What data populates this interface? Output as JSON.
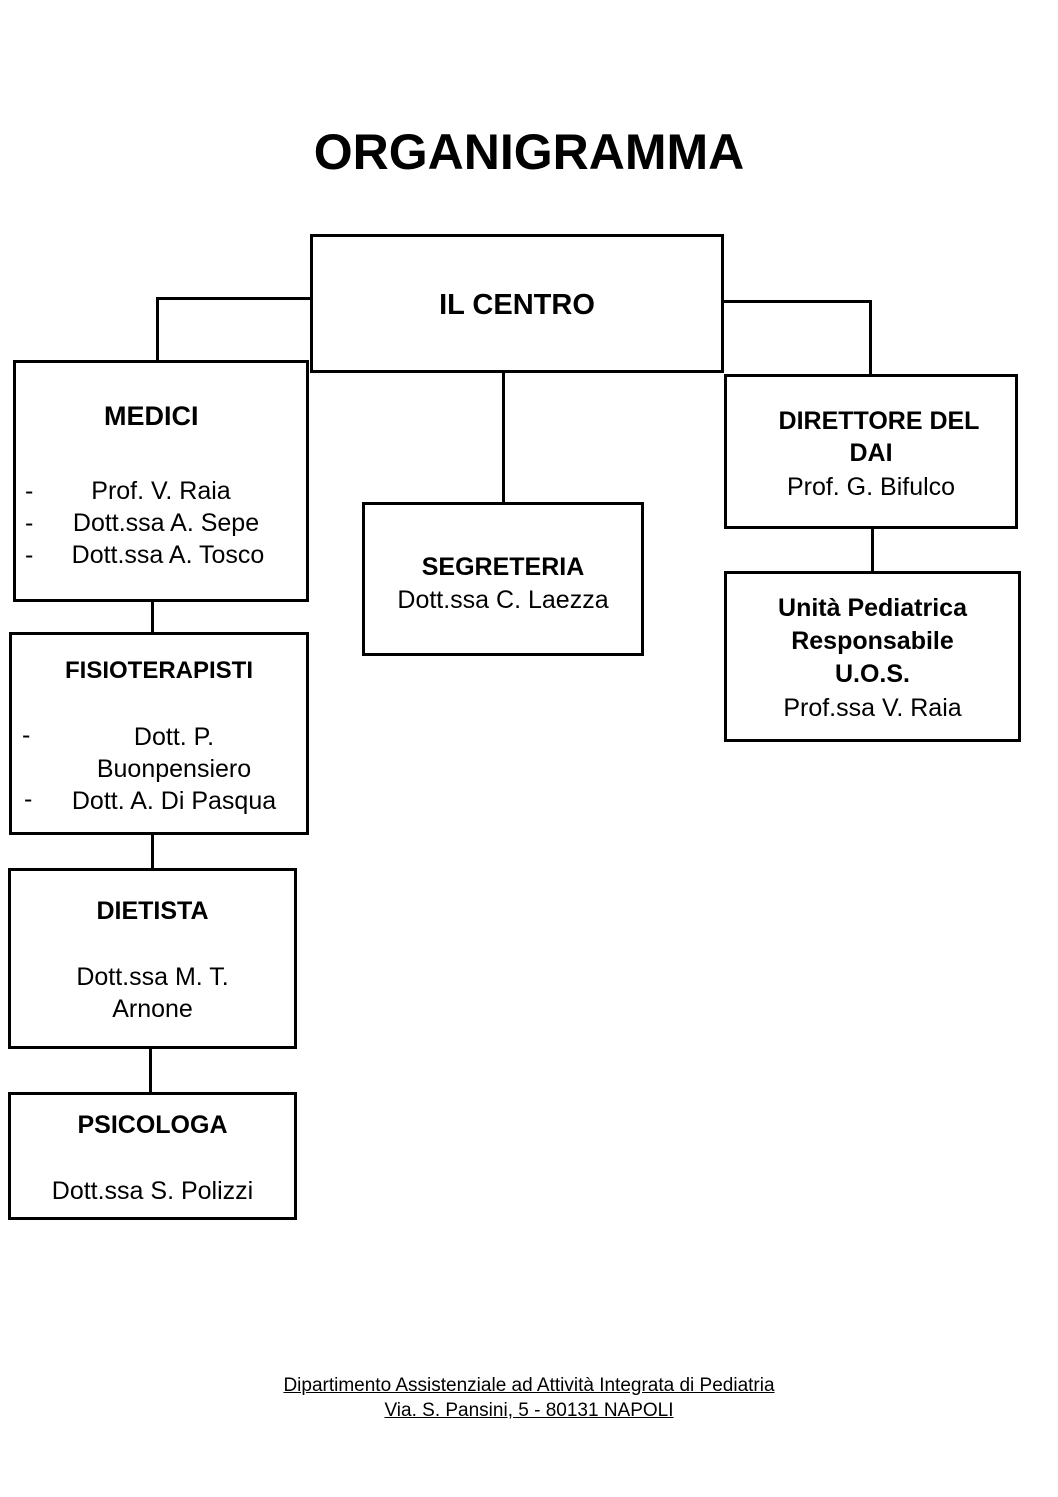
{
  "title": "ORGANIGRAMMA",
  "centro": {
    "label": "IL CENTRO"
  },
  "medici": {
    "label": "MEDICI",
    "members": [
      "Prof. V. Raia",
      "Dott.ssa A. Sepe",
      "Dott.ssa A. Tosco"
    ]
  },
  "fisioterapisti": {
    "label": "FISIOTERAPISTI",
    "members": [
      {
        "line1": "Dott. P.",
        "line2": "Buonpensiero"
      },
      {
        "line1": "Dott. A.  Di Pasqua"
      }
    ]
  },
  "dietista": {
    "label": "DIETISTA",
    "line1": "Dott.ssa M. T.",
    "line2": "Arnone"
  },
  "psicologa": {
    "label": "PSICOLOGA",
    "member": "Dott.ssa S. Polizzi"
  },
  "segreteria": {
    "label": "SEGRETERIA",
    "member": "Dott.ssa C. Laezza"
  },
  "direttore": {
    "line1": "DIRETTORE DEL",
    "line2": "DAI",
    "member": "Prof. G. Bifulco"
  },
  "unita": {
    "line1": "Unità Pediatrica",
    "line2": "Responsabile",
    "line3": "U.O.S.",
    "member": "Prof.ssa V. Raia"
  },
  "footer": {
    "line1": "Dipartimento Assistenziale ad Attività Integrata di Pediatria",
    "line2": "Via. S. Pansini, 5 - 80131 NAPOLI"
  }
}
